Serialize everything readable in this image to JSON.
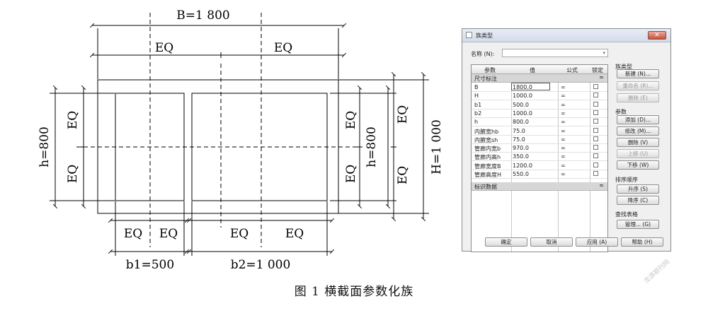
{
  "drawing": {
    "top_dim": "B=1 800",
    "eq": "EQ",
    "left_height": "h=800",
    "right_inner_height": "h=800",
    "right_outer_height": "H=1 000",
    "b1": "b1=500",
    "b2": "b2=1 000"
  },
  "dialog": {
    "title": "族类型",
    "close": "✕",
    "name_label": "名称 (N):",
    "combo_arrow": "▾",
    "headers": {
      "param": "参数",
      "value": "值",
      "formula": "公式",
      "lock": "锁定"
    },
    "group1": {
      "label": "尺寸标注",
      "collapse": "≈"
    },
    "rows": [
      {
        "param": "B",
        "value": "1800.0",
        "formula": "="
      },
      {
        "param": "H",
        "value": "1000.0",
        "formula": "="
      },
      {
        "param": "b1",
        "value": "500.0",
        "formula": "="
      },
      {
        "param": "b2",
        "value": "1000.0",
        "formula": "="
      },
      {
        "param": "h",
        "value": "800.0",
        "formula": "="
      },
      {
        "param": "内腋宽hb",
        "value": "75.0",
        "formula": "="
      },
      {
        "param": "内腋宽sh",
        "value": "75.0",
        "formula": "="
      },
      {
        "param": "管廊内宽b",
        "value": "970.0",
        "formula": "="
      },
      {
        "param": "管廊内高h",
        "value": "350.0",
        "formula": "="
      },
      {
        "param": "管廊宽度B",
        "value": "1200.0",
        "formula": "="
      },
      {
        "param": "管廊高度H",
        "value": "550.0",
        "formula": "="
      }
    ],
    "group2": {
      "label": "标识数据",
      "collapse": "≈"
    },
    "side": {
      "family_types": "族类型",
      "new": "新建 (N)...",
      "rename": "重命名 (R)...",
      "delete_type": "删除 (E)",
      "params": "参数",
      "add": "添加 (D)...",
      "modify": "修改 (M)...",
      "remove": "删除 (V)",
      "move_up": "上移 (U)",
      "move_down": "下移 (W)",
      "sort": "排序顺序",
      "asc": "升序 (S)",
      "desc": "降序 (C)",
      "lookup": "查找表格",
      "manage": "管理... (G)"
    },
    "bottom": {
      "ok": "确定",
      "cancel": "取消",
      "apply": "应用 (A)",
      "help": "帮助 (H)"
    }
  },
  "caption": "图 1   横截面参数化族",
  "watermark": "龙源期刊网"
}
